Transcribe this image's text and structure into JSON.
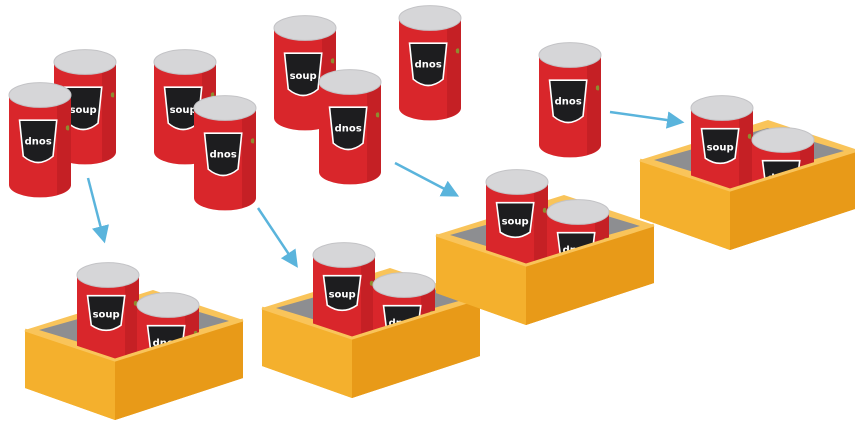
{
  "can_label": "soup",
  "colors": {
    "can_red": "#d9262b",
    "can_red_dark": "#b41c20",
    "can_lid": "#d6d6d8",
    "label_black": "#1d1d1f",
    "box_front": "#f4b02d",
    "box_side": "#e89a18",
    "box_rim": "#f9c45a",
    "box_inner": "#8d8e91",
    "arrow": "#5ab4dc"
  },
  "loose_cans": [
    {
      "id": "a",
      "rotated": false
    },
    {
      "id": "b",
      "rotated": true
    },
    {
      "id": "c",
      "rotated": false
    },
    {
      "id": "d",
      "rotated": true
    },
    {
      "id": "e",
      "rotated": false
    },
    {
      "id": "f",
      "rotated": true
    },
    {
      "id": "g",
      "rotated": true
    },
    {
      "id": "h",
      "rotated": true
    }
  ],
  "boxes": [
    {
      "id": "box-1",
      "cans": 2
    },
    {
      "id": "box-2",
      "cans": 2
    },
    {
      "id": "box-3",
      "cans": 2
    },
    {
      "id": "box-4",
      "cans": 2
    }
  ],
  "arrows": 4
}
